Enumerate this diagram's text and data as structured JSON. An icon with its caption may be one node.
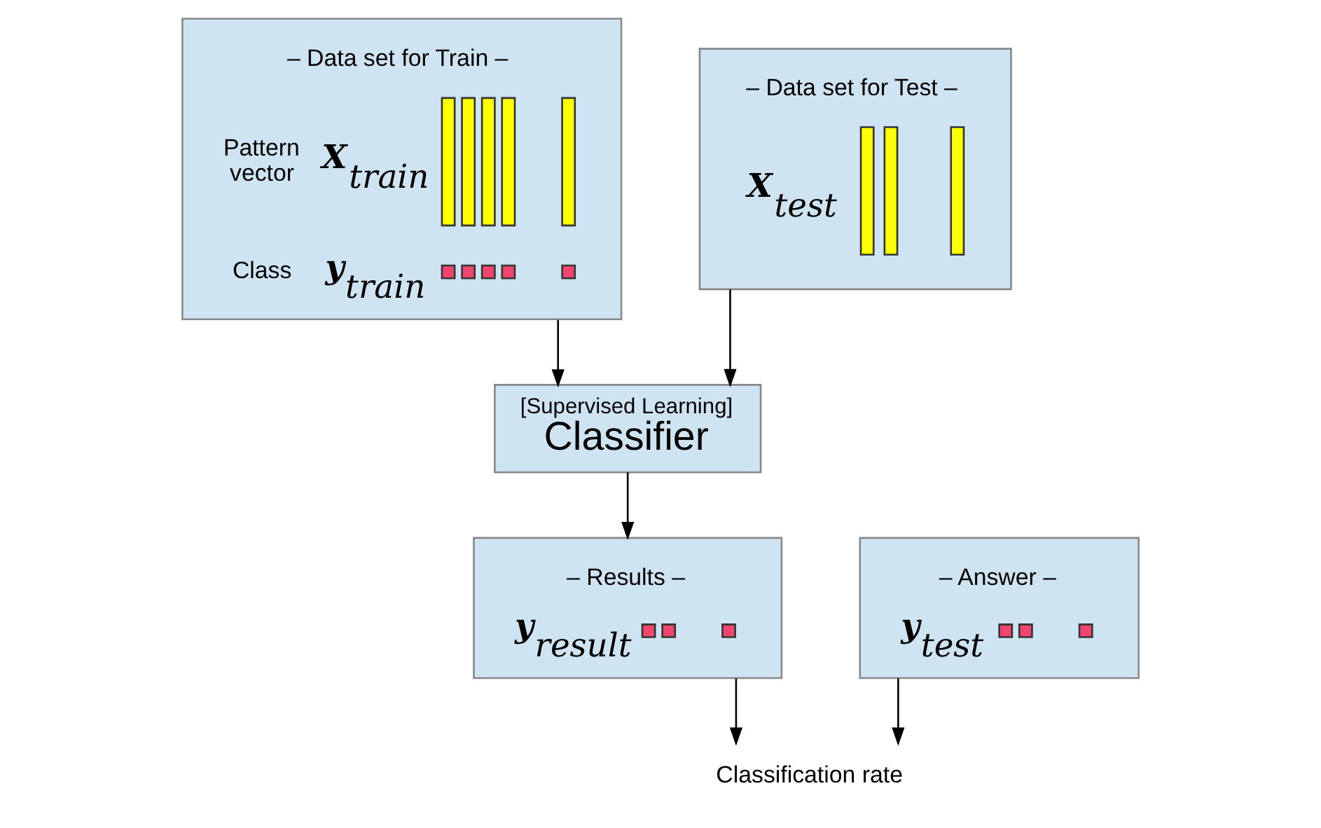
{
  "diagram": {
    "nodes": [
      {
        "text": [
          "– Data set for Train –",
          "Pattern vector",
          "X$_{train}$",
          "Class",
          "y$_{train}$"
        ]
      },
      {
        "text": [
          "– Data set for Test –",
          "X$_{test}$"
        ]
      },
      {
        "text": [
          "[Supervised Learning]",
          "Classifier"
        ]
      },
      {
        "text": [
          "– Results –",
          "y$_{result}$"
        ]
      },
      {
        "text": [
          "– Answer –",
          "y$_{test}$"
        ]
      },
      {
        "text": [
          "Classification rate"
        ]
      }
    ],
    "edges": [
      {
        "from": 1,
        "to": 2,
        "arrow": "to"
      },
      {
        "from": 0,
        "to": 2,
        "arrow": "to"
      },
      {
        "from": 2,
        "to": 3,
        "arrow": "to"
      },
      {
        "from": 3,
        "to": 5,
        "arrow": "to"
      },
      {
        "from": 4,
        "to": 5,
        "arrow": "to"
      }
    ]
  }
}
